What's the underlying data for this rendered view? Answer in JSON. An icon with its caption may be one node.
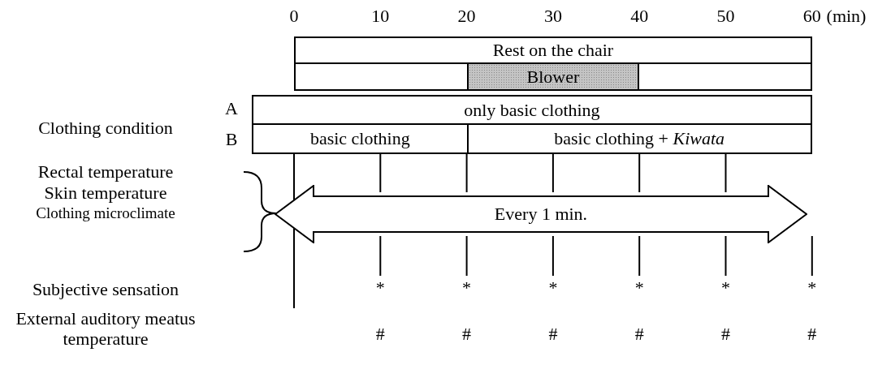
{
  "diagram": {
    "nodes": [
      {
        "text": [
          "Rest on the chair"
        ]
      },
      {
        "text": [],
        "shape": "bar"
      },
      {
        "text": [
          "Blower"
        ],
        "in": 1
      },
      {
        "text": [
          "only basic clothing"
        ]
      },
      {
        "text": [
          "basic clothing"
        ]
      },
      {
        "text": [
          "basic clothing + *Kiwata*"
        ]
      },
      {
        "text": [
          "Every 1 min."
        ]
      }
    ],
    "labels": [
      "0",
      "10",
      "20",
      "30",
      "40",
      "50",
      "60",
      "(min)",
      "A",
      "Clothing condition",
      "B",
      "Rectal temperature",
      "Skin temperature",
      "Clothing microclimate",
      "Subjective sensation",
      "*",
      "*",
      "*",
      "*",
      "*",
      "*",
      "External auditory meatus temperature",
      "#",
      "#",
      "#",
      "#",
      "#",
      "#"
    ]
  }
}
